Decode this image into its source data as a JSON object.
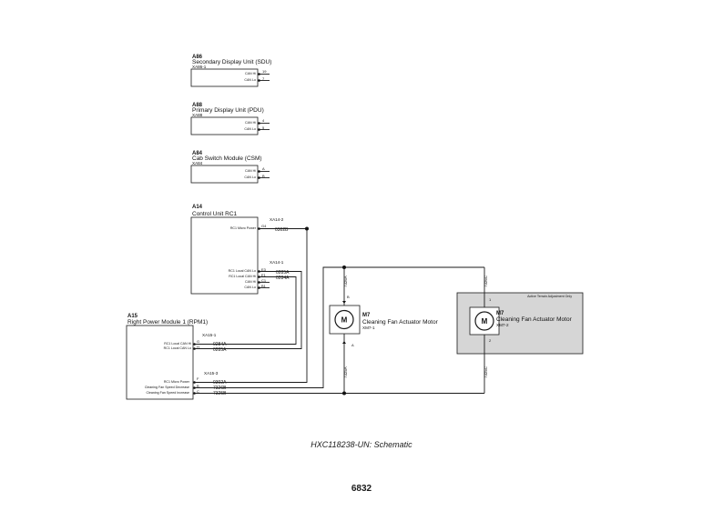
{
  "modules": {
    "a86": {
      "code": "A86",
      "name": "Secondary Display Unit (SDU)",
      "connector": "XA86-1",
      "signals": [
        "CAN Hi",
        "CAN Lo"
      ],
      "pins": [
        "19",
        "7"
      ]
    },
    "a88": {
      "code": "A88",
      "name": "Primary Display Unit (PDU)",
      "connector": "XA88",
      "signals": [
        "CAN Hi",
        "CAN Lo"
      ],
      "pins": [
        "4",
        "5"
      ]
    },
    "a84": {
      "code": "A84",
      "name": "Cab Switch Module (CSM)",
      "connector": "XA84",
      "signals": [
        "CAN Hi",
        "CAN Lo"
      ],
      "pins": [
        "A",
        "B"
      ]
    },
    "a14": {
      "code": "A14",
      "name": "Control Unit RC1",
      "connector_top": "XA14-2",
      "connector_bottom": "XA14-1",
      "signal_top": "RC1 Micro Power",
      "pin_top": "G4",
      "signals": [
        "RC1 Local CAN Lo",
        "RC1 Local CAN Hi",
        "CAN Hi",
        "CAN Lo"
      ],
      "pins": [
        "E3",
        "E1",
        "C1",
        "B1"
      ]
    },
    "a15": {
      "code": "A15",
      "name": "Right Power Module 1 (RPM1)",
      "connector_top": "XA15-1",
      "connector_bottom": "XA15-3",
      "signals_top": [
        "RC1 Local CAN Hi",
        "RC1 Local CAN Lo"
      ],
      "pins_top": [
        "G",
        "H"
      ],
      "signals_bottom": [
        "RC1 Micro Power",
        "Cleaning Fan Speed Decrease",
        "Cleaning Fan Speed Increase"
      ],
      "pins_bottom": [
        "F",
        "B",
        "C"
      ]
    },
    "m7a": {
      "code": "M7",
      "name": "Cleaning Fan Actuator Motor",
      "connector": "XM7-1",
      "symbol": "M",
      "pin_top": "B",
      "pin_bottom": "A"
    },
    "m7b": {
      "code": "M7",
      "name": "Cleaning Fan Actuator Motor",
      "connector": "XM7-2",
      "symbol": "M",
      "pin_top": "1",
      "pin_bottom": "2",
      "note": "Active Terrain Adjustment Only"
    }
  },
  "wires": {
    "micro_power_a14": "0302B",
    "can_a14_1": "0285A",
    "can_a14_2": "0284A",
    "can_a15_1": "0284A",
    "can_a15_2": "0285A",
    "micro_power_a15": "0302A",
    "decrease": "7326B",
    "increase": "7325B",
    "m7a_top": "7326A",
    "m7a_bottom": "7325A",
    "m7b_top": "7326C",
    "m7b_bottom": "7325C"
  },
  "colors": {
    "line": "#1a1a1a",
    "optional_fill": "#d6d6d6"
  },
  "caption": "HXC118238-UN: Schematic",
  "page_number": "6832"
}
